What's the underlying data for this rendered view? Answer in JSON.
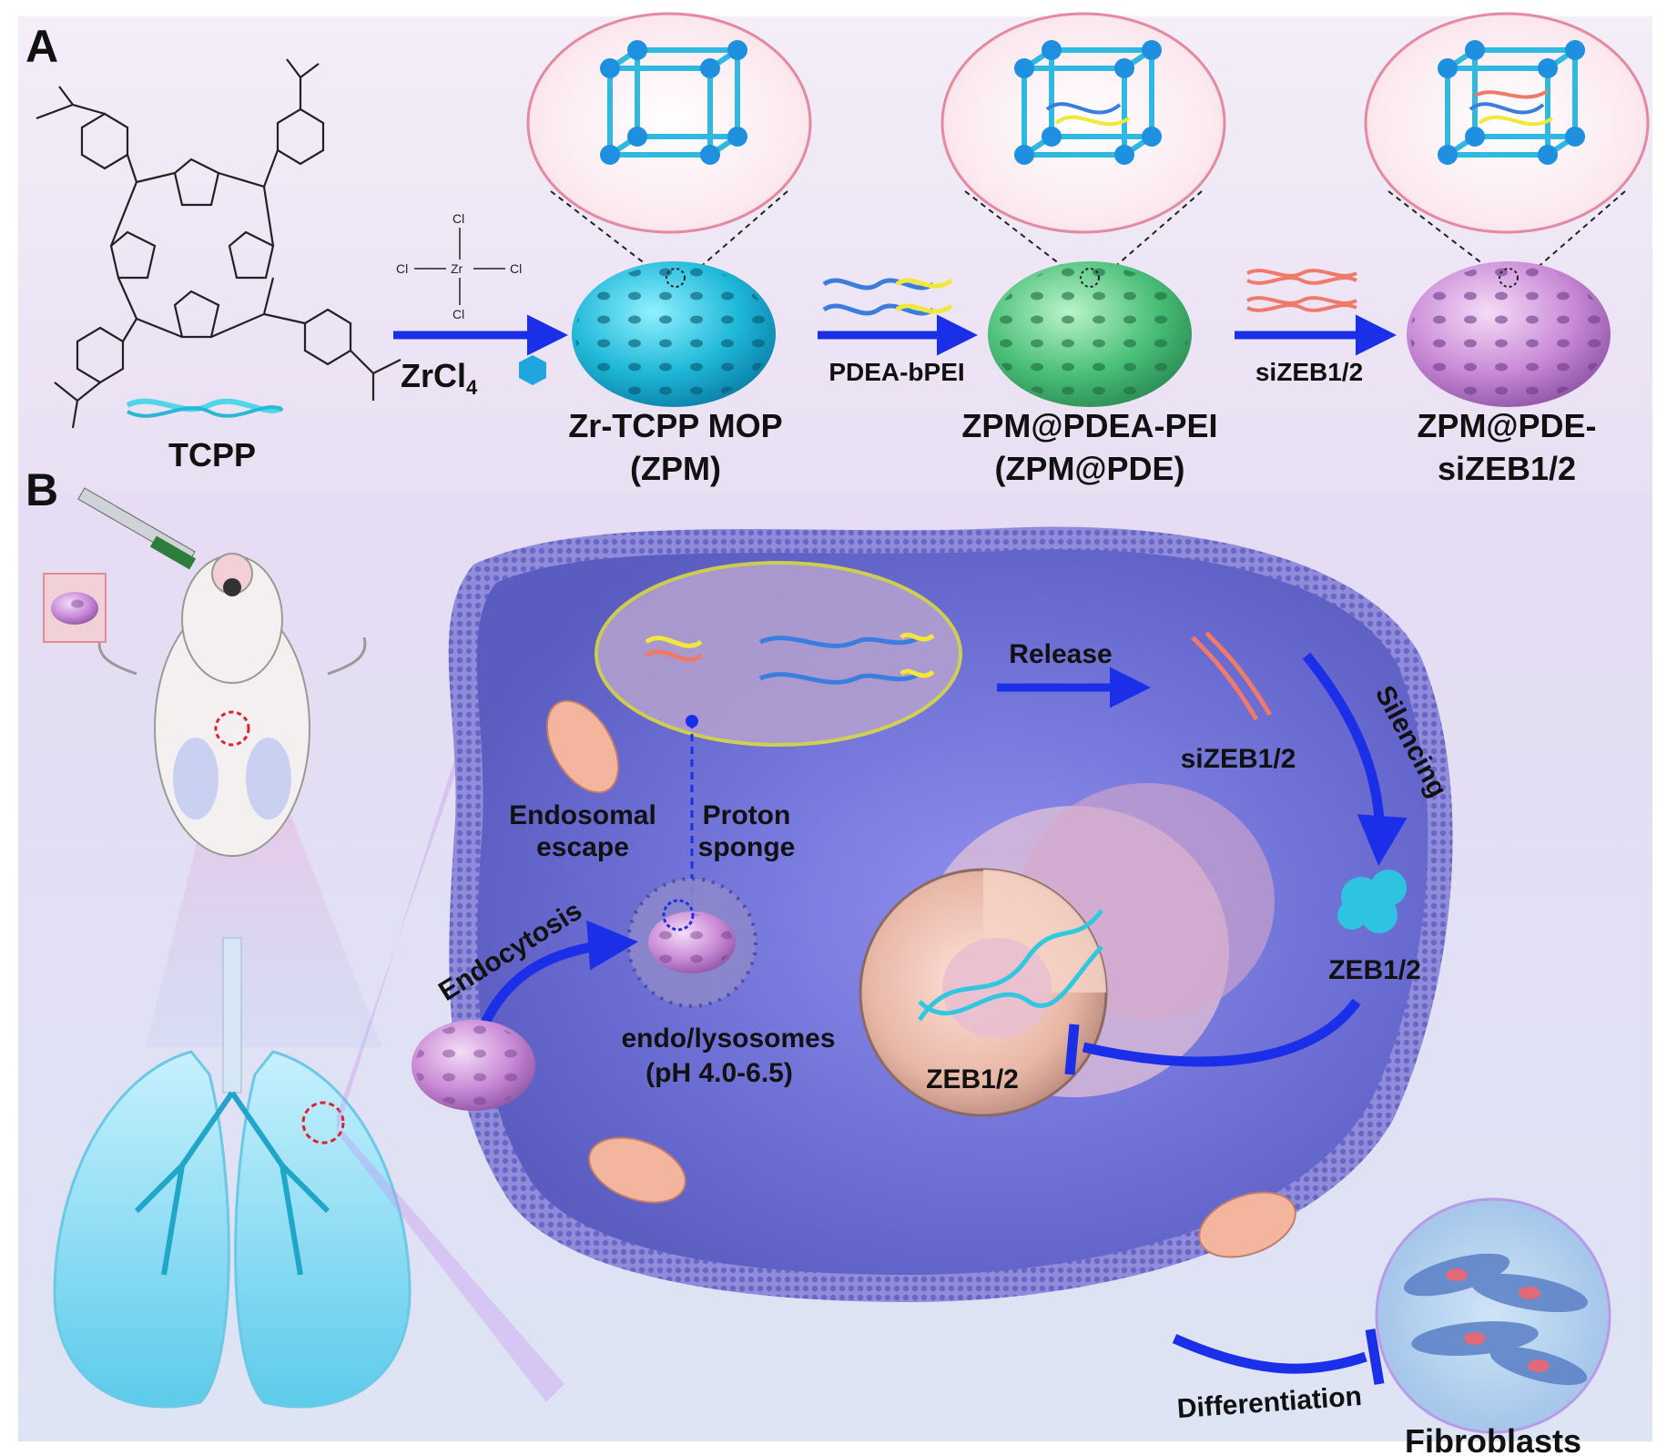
{
  "panel_a": {
    "letter": "A",
    "tcpp_label": "TCPP",
    "zrcl4_label": "ZrCl",
    "zrcl4_sub": "4",
    "cl_atom": "Cl",
    "zr_atom": "Zr",
    "reagent_pdea": "PDEA-bPEI",
    "reagent_sizeb": "siZEB1/2",
    "products": [
      {
        "line1": "Zr-TCPP MOP",
        "line2": "(ZPM)"
      },
      {
        "line1": "ZPM@PDEA-PEI",
        "line2": "(ZPM@PDE)"
      },
      {
        "line1": "ZPM@PDE-",
        "line2": "siZEB1/2"
      }
    ]
  },
  "panel_b": {
    "letter": "B",
    "release": "Release",
    "silencing": "Silencing",
    "sizeb": "siZEB1/2",
    "endosomal_escape_1": "Endosomal",
    "endosomal_escape_2": "escape",
    "proton_sponge_1": "Proton",
    "proton_sponge_2": "sponge",
    "endocytosis": "Endocytosis",
    "endo_lysosomes_1": "endo/lysosomes",
    "endo_lysosomes_2": "(pH 4.0-6.5)",
    "zeb_protein": "ZEB1/2",
    "zeb_gene": "ZEB1/2",
    "differentiation": "Differentiation",
    "fibroblasts": "Fibroblasts"
  },
  "colors": {
    "arrow_blue": "#1b2fe8",
    "mop_cyan": "#1fb8d8",
    "mop_green": "#4cc07a",
    "mop_pink": "#c98ad6",
    "cell_purple": "#6e6fcf",
    "membrane": "#8a86d8",
    "sirna_red": "#f07a6a"
  }
}
